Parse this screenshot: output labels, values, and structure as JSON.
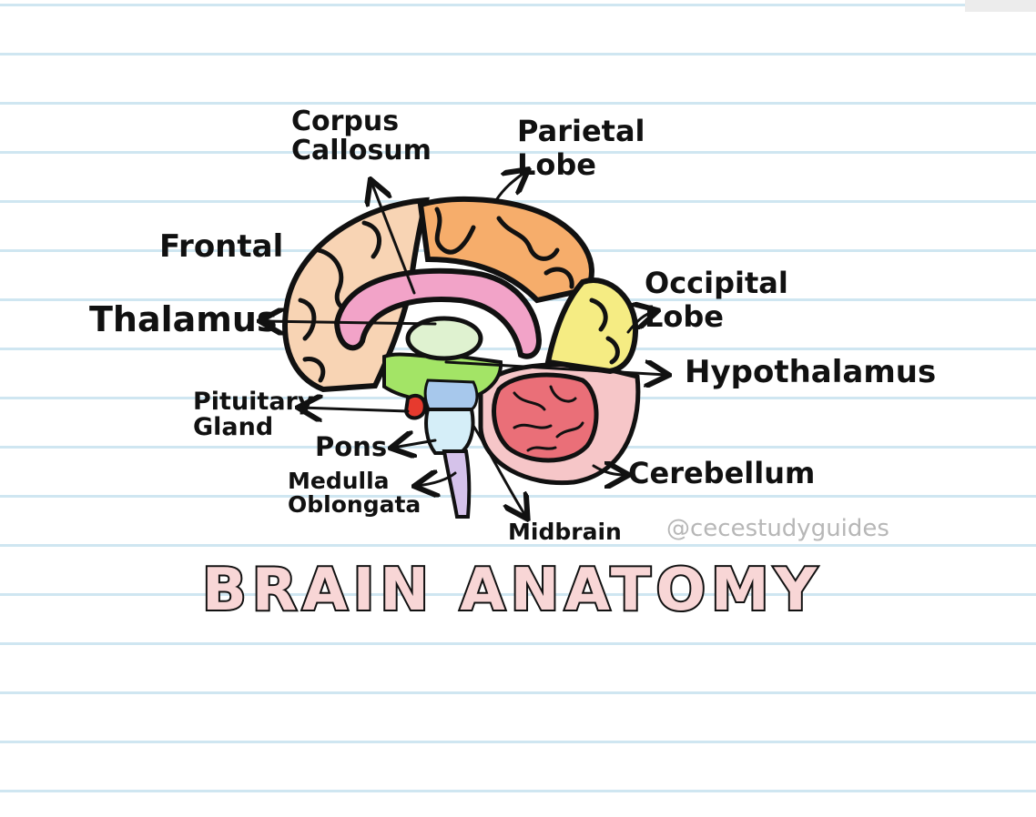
{
  "title": "BRAIN ANATOMY",
  "watermark": "@cecestudyguides",
  "labels": {
    "corpus_callosum": "Corpus\nCallosum",
    "parietal_lobe": "Parietal\nLobe",
    "frontal": "Frontal",
    "occipital_lobe": "Occipital\nLobe",
    "thalamus": "Thalamus",
    "hypothalamus": "Hypothalamus",
    "pituitary_gland": "Pituitary\nGland",
    "pons": "Pons",
    "medulla_oblongata": "Medulla\nOblongata",
    "midbrain": "Midbrain",
    "cerebellum": "Cerebellum"
  },
  "colors": {
    "frontal": "#f8d4b4",
    "parietal": "#f6ad6b",
    "occipital": "#f5ec83",
    "corpus_callosum": "#f2a3c8",
    "thalamus": "#dff2d0",
    "hypothalamus": "#a3e466",
    "pituitary": "#e63a2e",
    "pons": "#d5eef8",
    "medulla": "#d5c2ea",
    "midbrain": "#a7c8ec",
    "cerebellum_outer": "#f6c6c8",
    "cerebellum_inner": "#ea6f78",
    "title_fill": "#f8d6d6",
    "line_color": "#cfe6f1"
  }
}
